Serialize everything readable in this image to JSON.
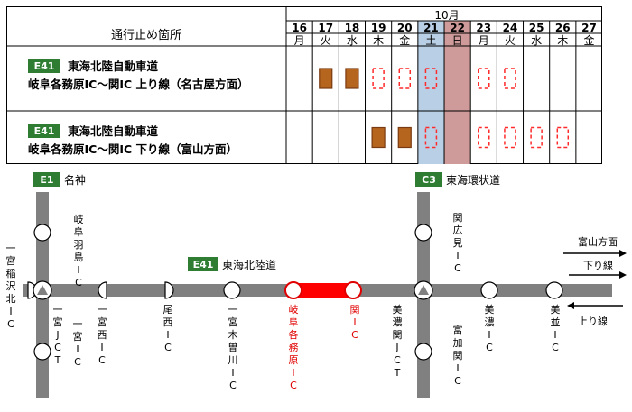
{
  "colors": {
    "route_badge": "#2e7d32",
    "closure_fill": "#b5651d",
    "closure_border": "#7a3b12",
    "planned_dash": "#ff2a2a",
    "saturday_bg": "#b9cfe6",
    "sunday_bg": "#cf9a9a",
    "closed_road": "#ff0000",
    "road": "#808080",
    "closed_ic": "#e00000"
  },
  "table": {
    "header_label": "通行止め箇所",
    "month": "10月",
    "days": [
      {
        "date": "16",
        "weekday": "月"
      },
      {
        "date": "17",
        "weekday": "火"
      },
      {
        "date": "18",
        "weekday": "水"
      },
      {
        "date": "19",
        "weekday": "木"
      },
      {
        "date": "20",
        "weekday": "金"
      },
      {
        "date": "21",
        "weekday": "土"
      },
      {
        "date": "22",
        "weekday": "日"
      },
      {
        "date": "23",
        "weekday": "月"
      },
      {
        "date": "24",
        "weekday": "火"
      },
      {
        "date": "25",
        "weekday": "水"
      },
      {
        "date": "26",
        "weekday": "木"
      },
      {
        "date": "27",
        "weekday": "金"
      }
    ],
    "rows": [
      {
        "badge": "E41",
        "road": "東海北陸自動車道",
        "section": "岐阜各務原IC～関IC 上り線（名古屋方面）",
        "marks": [
          "",
          "closed",
          "closed",
          "planned",
          "planned",
          "planned",
          "",
          "planned",
          "planned",
          "",
          "",
          ""
        ]
      },
      {
        "badge": "E41",
        "road": "東海北陸自動車道",
        "section": "岐阜各務原IC～関IC 下り線（富山方面）",
        "marks": [
          "",
          "",
          "",
          "closed",
          "closed",
          "planned",
          "",
          "planned",
          "planned",
          "planned",
          "planned",
          ""
        ]
      }
    ]
  },
  "map": {
    "route_labels": {
      "e1": {
        "badge": "E1",
        "name": "名神"
      },
      "c3": {
        "badge": "C3",
        "name": "東海環状道"
      },
      "e41": {
        "badge": "E41",
        "name": "東海北陸道"
      }
    },
    "directions": {
      "toyama": "富山方面",
      "down": "下り線",
      "up": "上り線"
    },
    "ic": {
      "gifu_hashima": "岐阜羽島IC",
      "ichinomiya_inazawakita": "一宮稲沢北IC",
      "ichinomiya_jct": "一宮JCT",
      "ichinomiya_ic": "一宮IC",
      "ichinomiya_nishi": "一宮西IC",
      "bisai": "尾西IC",
      "ichinomiya_kisogawa": "一宮木曽川IC",
      "gifu_kakamigahara": "岐阜各務原IC",
      "seki": "関IC",
      "mino_seki_jct": "美濃関JCT",
      "seki_hiromi": "関広見IC",
      "tomika_seki": "富加関IC",
      "mino": "美濃IC",
      "minami": "美並IC"
    }
  }
}
